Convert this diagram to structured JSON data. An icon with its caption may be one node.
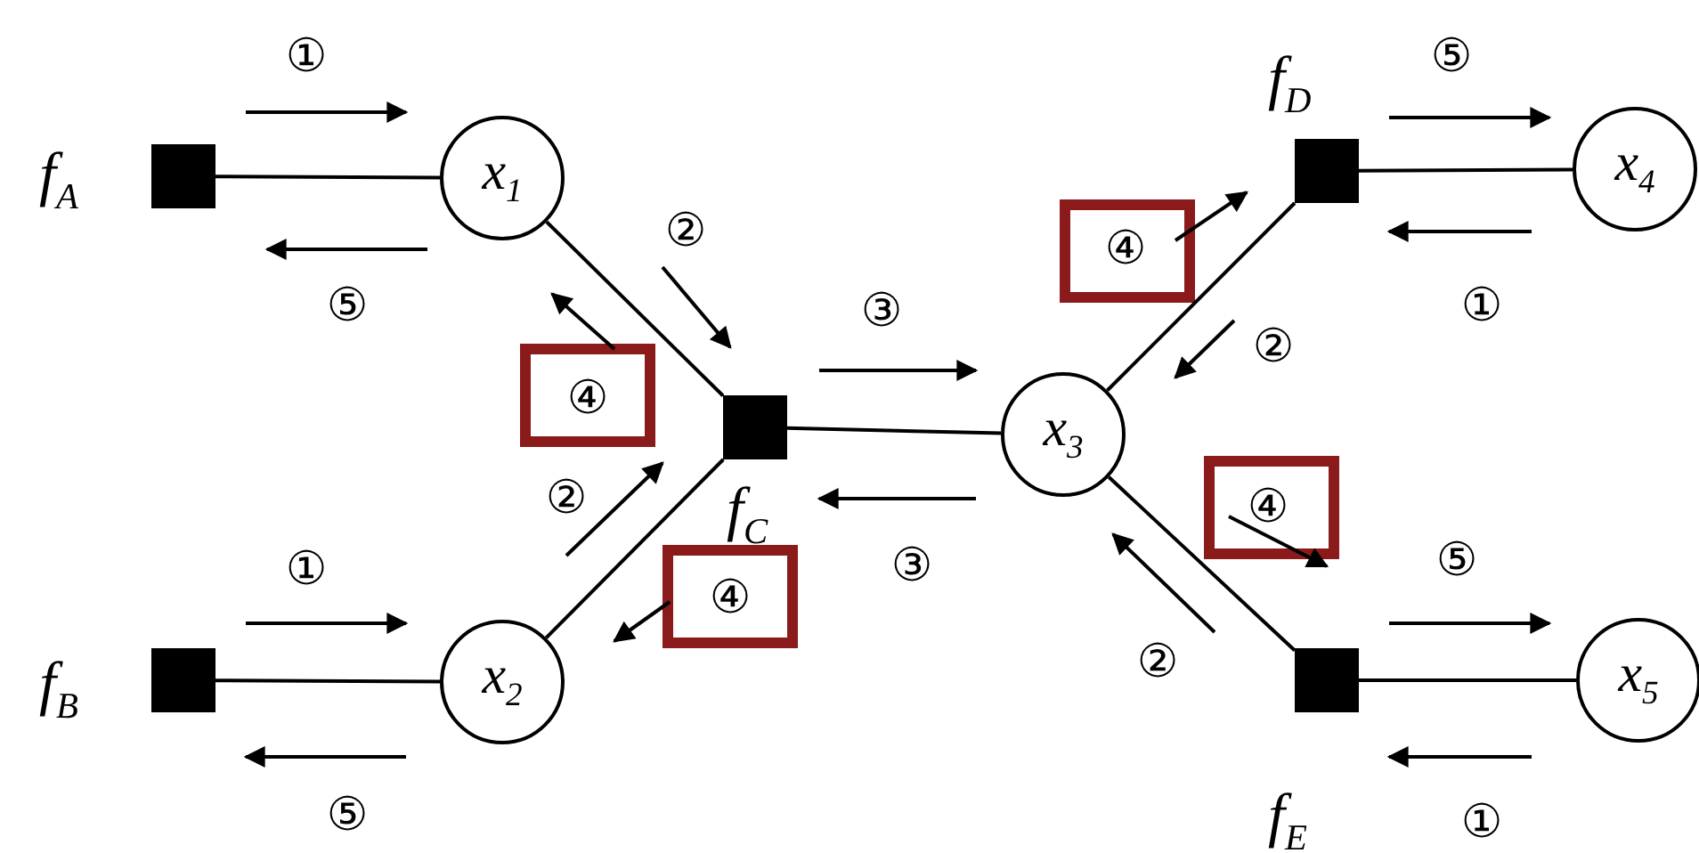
{
  "diagram": {
    "nodes": [
      {
        "text": [
          "f$_{A}$"
        ]
      },
      {
        "text": [
          "x$_{1}$"
        ]
      },
      {
        "text": [
          "f$_{D}$"
        ]
      },
      {
        "text": [
          "x$_{4}$"
        ]
      },
      {
        "text": [
          "f$_{C}$"
        ]
      },
      {
        "text": [
          "x$_{3}$"
        ]
      },
      {
        "text": [
          "f$_{B}$"
        ]
      },
      {
        "text": [
          "x$_{2}$"
        ]
      },
      {
        "text": [
          "f$_{E}$"
        ]
      },
      {
        "text": [
          "x$_{5}$"
        ]
      }
    ],
    "edges": [
      {
        "from": 0,
        "to": 1,
        "arrow": "none"
      },
      {
        "from": 1,
        "to": 4,
        "arrow": "none"
      },
      {
        "from": 2,
        "to": 3,
        "arrow": "none"
      },
      {
        "from": 5,
        "to": 2,
        "arrow": "none"
      },
      {
        "from": 4,
        "to": 5,
        "arrow": "none"
      },
      {
        "from": 6,
        "to": 7,
        "arrow": "none"
      },
      {
        "from": 7,
        "to": 4,
        "arrow": "none"
      },
      {
        "from": 5,
        "to": 8,
        "arrow": "none"
      },
      {
        "from": 8,
        "to": 9,
        "arrow": "none"
      }
    ],
    "labels": [
      "①",
      "⑤",
      "②",
      "④",
      "⑤",
      "①",
      "③",
      "②",
      "④",
      "②",
      "④",
      "③",
      "①",
      "⑤",
      "④",
      "②",
      "⑤",
      "①"
    ]
  }
}
